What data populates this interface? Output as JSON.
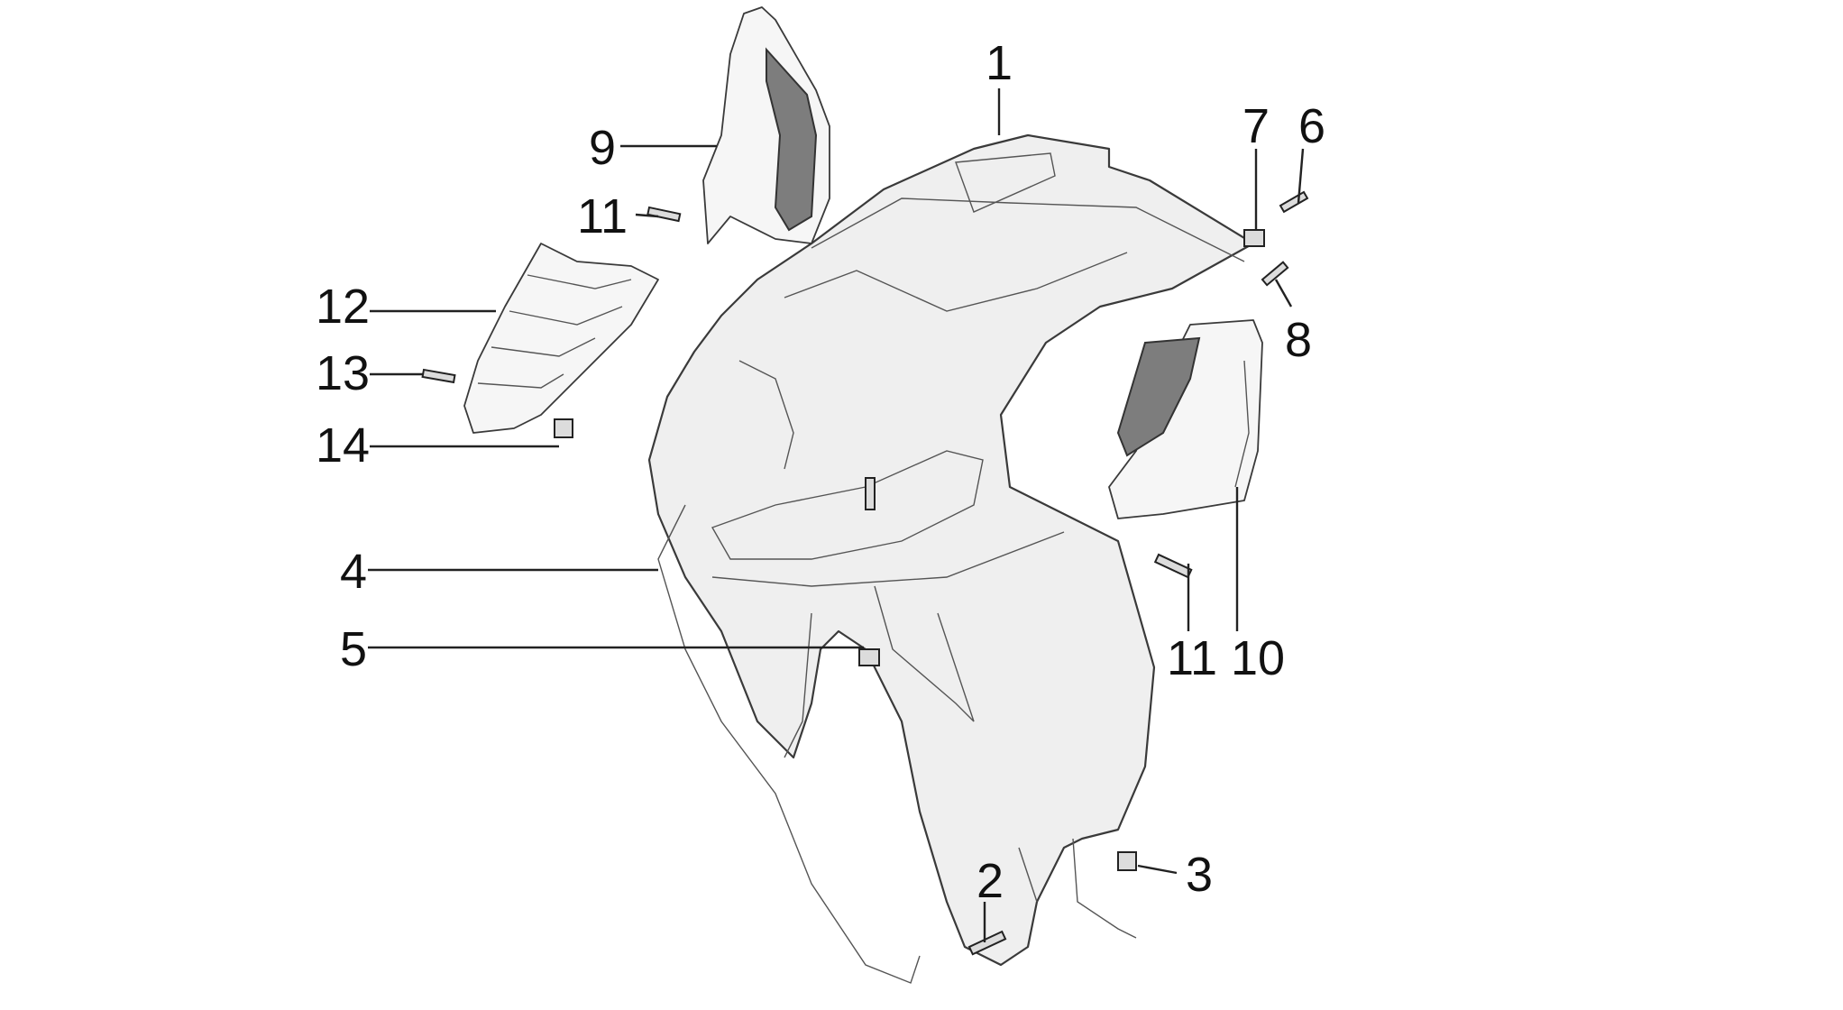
{
  "diagram": {
    "callouts": [
      {
        "id": "c1",
        "label": "1"
      },
      {
        "id": "c2",
        "label": "2"
      },
      {
        "id": "c3",
        "label": "3"
      },
      {
        "id": "c4",
        "label": "4"
      },
      {
        "id": "c5",
        "label": "5"
      },
      {
        "id": "c6",
        "label": "6"
      },
      {
        "id": "c7",
        "label": "7"
      },
      {
        "id": "c8",
        "label": "8"
      },
      {
        "id": "c9",
        "label": "9"
      },
      {
        "id": "c10",
        "label": "10"
      },
      {
        "id": "c11a",
        "label": "11"
      },
      {
        "id": "c11b",
        "label": "11"
      },
      {
        "id": "c12",
        "label": "12"
      },
      {
        "id": "c13",
        "label": "13"
      },
      {
        "id": "c14",
        "label": "14"
      }
    ]
  }
}
